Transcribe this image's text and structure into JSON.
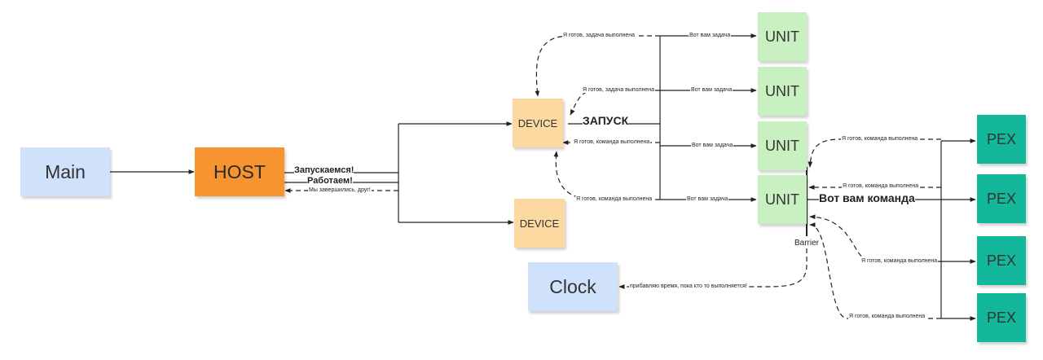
{
  "nodes": {
    "main": "Main",
    "host": "HOST",
    "device1": "DEVICE",
    "device2": "DEVICE",
    "clock": "Clock",
    "unit1": "UNIT",
    "unit2": "UNIT",
    "unit3": "UNIT",
    "unit4": "UNIT",
    "pex1": "PEX",
    "pex2": "PEX",
    "pex3": "PEX",
    "pex4": "PEX"
  },
  "labels": {
    "host_launch": "Запускаемся!",
    "host_working": "Работаем!",
    "host_done": "Мы завершились, друг!",
    "device_launch": "ЗАПУСК",
    "task_u1": "Вот вам задача",
    "task_u2": "Вот вам задача",
    "task_u3": "Вот вам задача",
    "task_u4": "Вот вам задача",
    "ready_task_1": "Я готов, задача выполнена",
    "ready_task_2": "Я готов, задача выполнена",
    "ready_cmd_device": "Я готов, команда выполнена",
    "ready_cmd_u4": "Я готов, команда выполнена",
    "pex_ready_1": "Я готов, команда выполнена",
    "pex_ready_2": "Я готов, команда выполнена",
    "pex_ready_3": "Я готов, команда выполнена",
    "pex_ready_4": "Я готов, команда выполнена",
    "command": "Вот вам команда",
    "barrier": "Barrier",
    "clock_msg": "прибавляю время, пока кто то выполняется!"
  }
}
